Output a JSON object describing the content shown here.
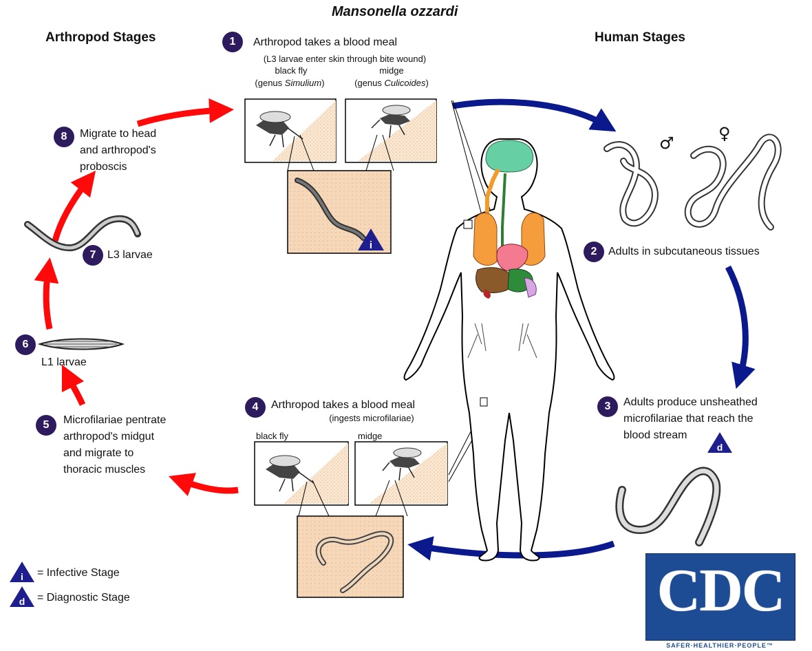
{
  "title": "Mansonella ozzardi",
  "headers": {
    "arthropod": "Arthropod Stages",
    "human": "Human Stages"
  },
  "colors": {
    "red_arrow": "#ff0a0a",
    "blue_arrow": "#0a1a8c",
    "badge": "#2d1b5e",
    "box_fill": "#f7dcc0",
    "cdc_blue": "#1d4c94"
  },
  "steps": [
    {
      "num": "1",
      "text": "Arthropod takes a blood meal",
      "sub": [
        "(L3 larvae enter skin  through bite wound)"
      ]
    },
    {
      "num": "2",
      "text": "Adults in subcutaneous tissues"
    },
    {
      "num": "3",
      "lines": [
        "Adults produce unsheathed",
        "microfilariae that reach the",
        "blood stream"
      ]
    },
    {
      "num": "4",
      "text": "Arthropod takes a blood meal",
      "sub": [
        "(ingests microfilariae)"
      ]
    },
    {
      "num": "5",
      "lines": [
        "Microfilariae pentrate",
        "arthropod's midgut",
        "and migrate to",
        "thoracic muscles"
      ]
    },
    {
      "num": "6",
      "text": "L1 larvae"
    },
    {
      "num": "7",
      "text": "L3 larvae"
    },
    {
      "num": "8",
      "lines": [
        "Migrate to head",
        "and arthropod's",
        "proboscis"
      ]
    }
  ],
  "vectors_top": {
    "left": {
      "name": "black fly",
      "genus_prefix": "(genus ",
      "genus": "Simulium",
      "genus_suffix": ")"
    },
    "right": {
      "name": "midge",
      "genus_prefix": "(genus ",
      "genus": "Culicoides",
      "genus_suffix": ")"
    }
  },
  "vectors_bottom": {
    "left": "black fly",
    "right": "midge"
  },
  "sex_symbols": {
    "male": "♂",
    "female": "♀"
  },
  "stage_markers": {
    "infective": "i",
    "diagnostic": "d"
  },
  "legend": [
    {
      "marker": "i",
      "label": "= Infective Stage"
    },
    {
      "marker": "d",
      "label": "= Diagnostic Stage"
    }
  ],
  "logo": {
    "text": "CDC",
    "tagline": "SAFER·HEALTHIER·PEOPLE™"
  }
}
